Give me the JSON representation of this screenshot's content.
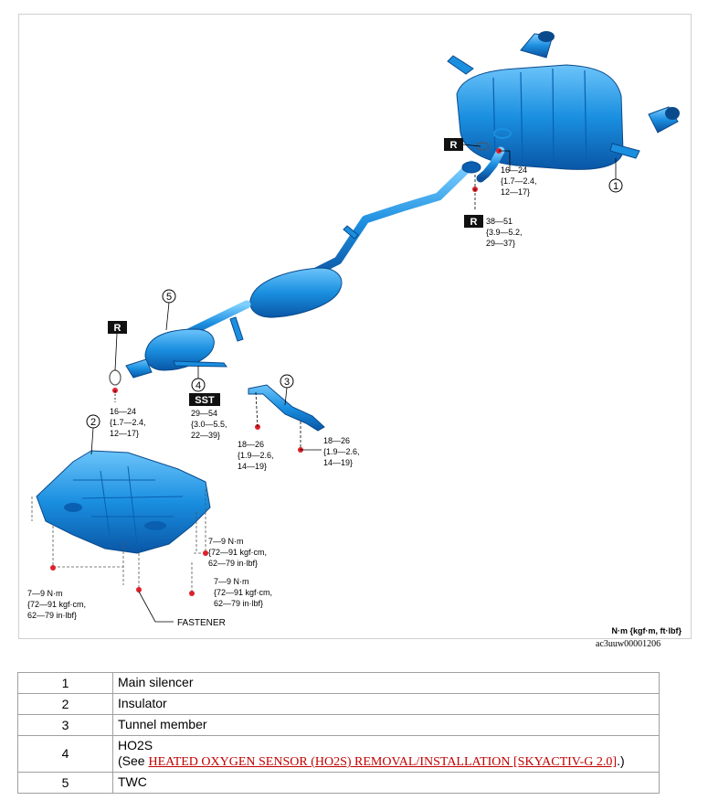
{
  "diagram": {
    "callouts": {
      "c1": "1",
      "c2": "2",
      "c3": "3",
      "c4": "4",
      "c5": "5"
    },
    "badges": {
      "r_silencer_top": "R",
      "r_silencer_bottom": "R",
      "r_twc": "R",
      "sst": "SST"
    },
    "torques": {
      "silencer_upper": [
        "16—24",
        "{1.7—2.4,",
        "12—17}"
      ],
      "silencer_lower": [
        "38—51",
        "{3.9—5.2,",
        "29—37}"
      ],
      "twc_flange": [
        "16—24",
        "{1.7—2.4,",
        "12—17}"
      ],
      "ho2s": [
        "29—54",
        "{3.0—5.5,",
        "22—39}"
      ],
      "tunnel_left": [
        "18—26",
        "{1.9—2.6,",
        "14—19}"
      ],
      "tunnel_right": [
        "18—26",
        "{1.9—2.6,",
        "14—19}"
      ],
      "insulator_right_upper": [
        "7—9 N·m",
        "{72—91 kgf·cm,",
        "62—79 in·lbf}"
      ],
      "insulator_right_lower": [
        "7—9 N·m",
        "{72—91 kgf·cm,",
        "62—79 in·lbf}"
      ],
      "insulator_left": [
        "7—9 N·m",
        "{72—91 kgf·cm,",
        "62—79 in·lbf}"
      ]
    },
    "fastener_label": "FASTENER",
    "units_note": "N·m {kgf·m, ft·lbf}",
    "figure_code": "ac3uuw00001206"
  },
  "parts_table": {
    "rows": [
      {
        "num": "1",
        "name": "Main silencer"
      },
      {
        "num": "2",
        "name": "Insulator"
      },
      {
        "num": "3",
        "name": "Tunnel member"
      },
      {
        "num": "4",
        "name": "HO2S",
        "see_prefix": "(See ",
        "link": "HEATED OXYGEN SENSOR (HO2S) REMOVAL/INSTALLATION [SKYACTIV-G 2.0]",
        "see_suffix": ".)"
      },
      {
        "num": "5",
        "name": "TWC"
      }
    ]
  },
  "colors": {
    "part_blue": "#1a8fe0",
    "part_blue_dark": "#0a5fb0",
    "part_blue_light": "#5ab8f5",
    "bolt_red": "#e0202a",
    "link_red": "#c00000"
  }
}
